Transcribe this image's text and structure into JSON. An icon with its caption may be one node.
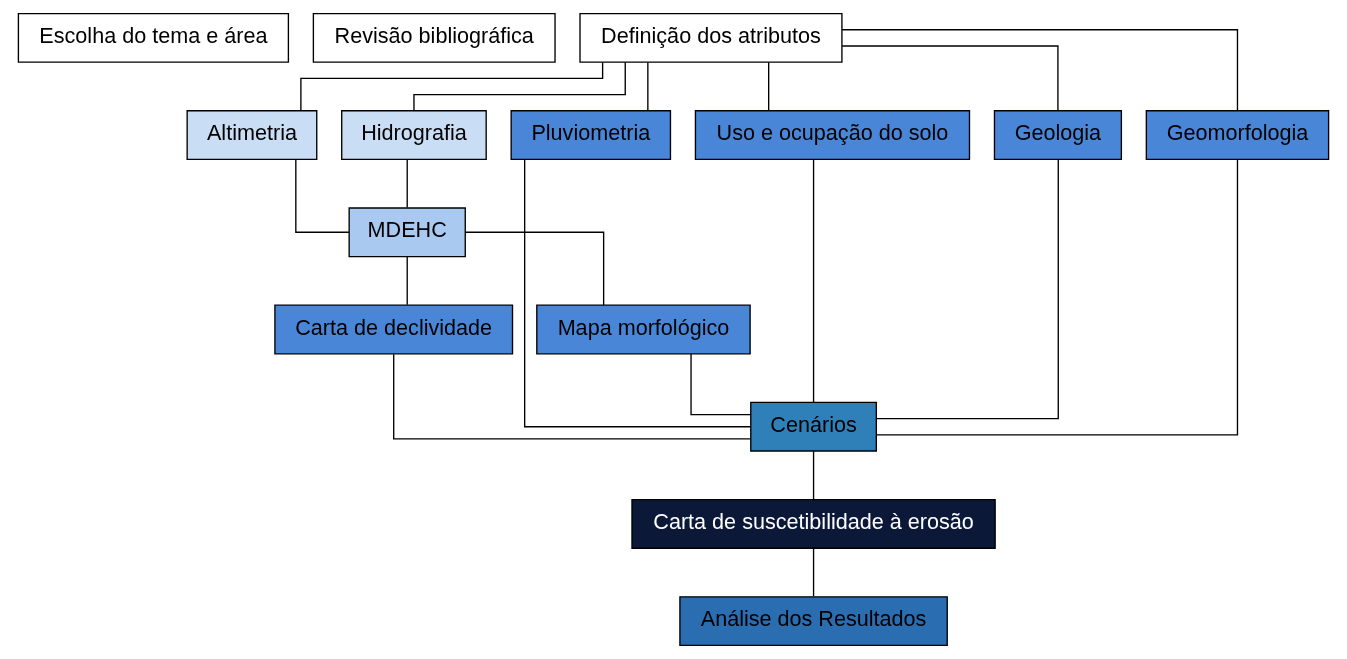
{
  "diagram": {
    "nodes": [
      {
        "text": [
          "Escolha do tema e área"
        ]
      },
      {
        "text": [
          "Revisão bibliográfica"
        ]
      },
      {
        "text": [
          "Definição dos atributos"
        ]
      },
      {
        "text": [
          "Altimetria"
        ]
      },
      {
        "text": [
          "Hidrografia"
        ]
      },
      {
        "text": [
          "Pluviometria"
        ]
      },
      {
        "text": [
          "Uso e ocupação do solo"
        ]
      },
      {
        "text": [
          "Geologia"
        ]
      },
      {
        "text": [
          "Geomorfologia"
        ]
      },
      {
        "text": [
          "MDEHC"
        ]
      },
      {
        "text": [
          "Carta de declividade"
        ]
      },
      {
        "text": [
          "Mapa morfológico"
        ]
      },
      {
        "text": [
          "Cenários"
        ]
      },
      {
        "text": [
          "Carta de suscetibilidade à erosão"
        ]
      },
      {
        "text": [
          "Análise dos Resultados"
        ]
      }
    ],
    "edges": [
      {
        "from": 2,
        "to": 3,
        "arrow": "none"
      },
      {
        "from": 2,
        "to": 4,
        "arrow": "none"
      },
      {
        "from": 2,
        "to": 5,
        "arrow": "none"
      },
      {
        "from": 2,
        "to": 6,
        "arrow": "none"
      },
      {
        "from": 2,
        "to": 7,
        "arrow": "none"
      },
      {
        "from": 2,
        "to": 8,
        "arrow": "none"
      },
      {
        "from": 3,
        "to": 9,
        "arrow": "none"
      },
      {
        "from": 4,
        "to": 9,
        "arrow": "none"
      },
      {
        "from": 5,
        "to": 12,
        "arrow": "none"
      },
      {
        "from": 6,
        "to": 12,
        "arrow": "none"
      },
      {
        "from": 7,
        "to": 12,
        "arrow": "none"
      },
      {
        "from": 8,
        "to": 12,
        "arrow": "none"
      },
      {
        "from": 9,
        "to": 10,
        "arrow": "none"
      },
      {
        "from": 9,
        "to": 11,
        "arrow": "none"
      },
      {
        "from": 10,
        "to": 12,
        "arrow": "none"
      },
      {
        "from": 11,
        "to": 12,
        "arrow": "none"
      },
      {
        "from": 12,
        "to": 13,
        "arrow": "none"
      },
      {
        "from": 13,
        "to": 14,
        "arrow": "none"
      }
    ]
  }
}
